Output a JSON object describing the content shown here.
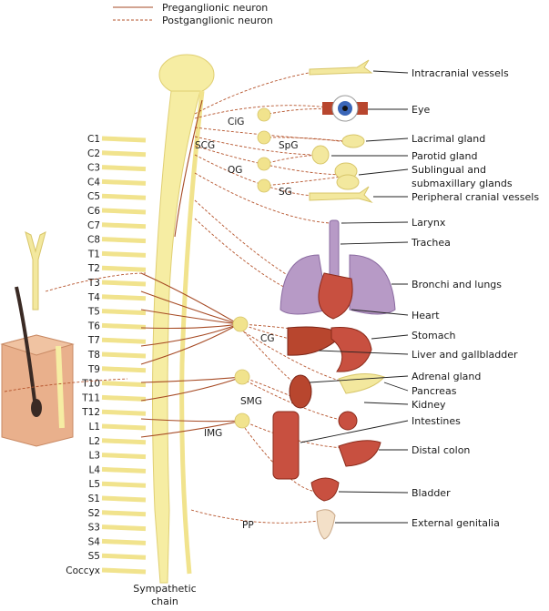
{
  "legend": {
    "preganglionic": "Preganglionic neuron",
    "postganglionic": "Postganglionic neuron"
  },
  "segments": [
    "C1",
    "C2",
    "C3",
    "C4",
    "C5",
    "C6",
    "C7",
    "C8",
    "T1",
    "T2",
    "T3",
    "T4",
    "T5",
    "T6",
    "T7",
    "T8",
    "T9",
    "T10",
    "T11",
    "T12",
    "L1",
    "L2",
    "L3",
    "L4",
    "L5",
    "S1",
    "S2",
    "S3",
    "S4",
    "S5",
    "Coccyx"
  ],
  "ganglia": {
    "cig": "CiG",
    "spg": "SpG",
    "og": "OG",
    "sg": "SG",
    "scg": "SCG",
    "cg": "CG",
    "smg": "SMG",
    "img": "IMG",
    "pp": "PP"
  },
  "chain_label": [
    "Sympathetic",
    "chain"
  ],
  "targets": [
    "Intracranial vessels",
    "Eye",
    "Lacrimal gland",
    "Parotid gland",
    "Sublingual and",
    "submaxillary glands",
    "Peripheral cranial vessels",
    "Larynx",
    "Trachea",
    "Bronchi and lungs",
    "Heart",
    "Stomach",
    "Liver and gallbladder",
    "Adrenal gland",
    "Pancreas",
    "Kidney",
    "Intestines",
    "Distal colon",
    "Bladder",
    "External genitalia"
  ],
  "colors": {
    "neuron": "#a64a24",
    "cord": "#f6eda3",
    "ganglion": "#f1e38d",
    "lung": "#b79ac6",
    "organ": "#b8462e"
  }
}
